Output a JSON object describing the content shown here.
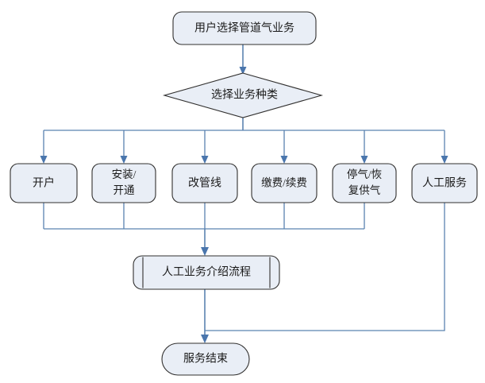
{
  "diagram": {
    "type": "flowchart",
    "title_text": "",
    "orientation": "top-to-bottom",
    "colors": {
      "node_fill": "#e9eef6",
      "node_stroke": "#31302f",
      "connector": "#5b83b0",
      "arrow_head": "#4a76ad",
      "text": "#1b1b1b",
      "background": "#ffffff"
    },
    "nodes": {
      "start": {
        "id": "start",
        "shape": "rounded-rectangle",
        "label": "用户选择管道气业务"
      },
      "decision": {
        "id": "decision",
        "shape": "diamond",
        "label": "选择业务种类"
      },
      "option_1": {
        "id": "option-1",
        "shape": "rounded-rectangle",
        "label": "开户",
        "lines": [
          "开户"
        ]
      },
      "option_2": {
        "id": "option-2",
        "shape": "rounded-rectangle",
        "label": "安装/开通",
        "lines": [
          "安装/",
          "开通"
        ]
      },
      "option_3": {
        "id": "option-3",
        "shape": "rounded-rectangle",
        "label": "改管线",
        "lines": [
          "改管线"
        ]
      },
      "option_4": {
        "id": "option-4",
        "shape": "rounded-rectangle",
        "label": "缴费/续费",
        "lines": [
          "缴费/续费"
        ]
      },
      "option_5": {
        "id": "option-5",
        "shape": "rounded-rectangle",
        "label": "停气/恢复供气",
        "lines": [
          "停气/恢",
          "复供气"
        ]
      },
      "option_6": {
        "id": "option-6",
        "shape": "rounded-rectangle",
        "label": "人工服务",
        "lines": [
          "人工服务"
        ]
      },
      "subprocess": {
        "id": "subprocess",
        "shape": "predefined-process",
        "label": "人工业务介绍流程"
      },
      "end": {
        "id": "end",
        "shape": "stadium",
        "label": "服务结束"
      }
    },
    "edges": [
      {
        "from": "start",
        "to": "decision",
        "label": ""
      },
      {
        "from": "decision",
        "to": "option_1",
        "label": ""
      },
      {
        "from": "decision",
        "to": "option_2",
        "label": ""
      },
      {
        "from": "decision",
        "to": "option_3",
        "label": ""
      },
      {
        "from": "decision",
        "to": "option_4",
        "label": ""
      },
      {
        "from": "decision",
        "to": "option_5",
        "label": ""
      },
      {
        "from": "decision",
        "to": "option_6",
        "label": ""
      },
      {
        "from": "option_1",
        "to": "subprocess",
        "label": ""
      },
      {
        "from": "option_2",
        "to": "subprocess",
        "label": ""
      },
      {
        "from": "option_3",
        "to": "subprocess",
        "label": ""
      },
      {
        "from": "option_4",
        "to": "subprocess",
        "label": ""
      },
      {
        "from": "option_5",
        "to": "subprocess",
        "label": ""
      },
      {
        "from": "subprocess",
        "to": "end",
        "label": ""
      },
      {
        "from": "option_6",
        "to": "end",
        "label": ""
      }
    ]
  }
}
